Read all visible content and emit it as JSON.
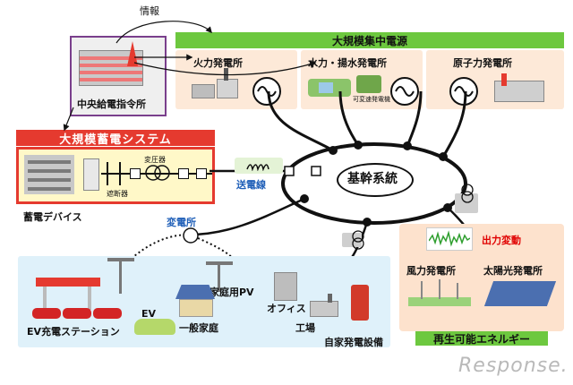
{
  "info_label": "情報",
  "central_source": "大規模集中電源",
  "control_center": "中央給電指令所",
  "thermal": "火力発電所",
  "hydro": "水力・揚水発電所",
  "hydro_sub": "可変速発電機",
  "nuclear": "原子力発電所",
  "storage_system": "大規模蓄電システム",
  "transformer": "変圧器",
  "breaker": "遮断器",
  "storage_device": "蓄電デバイス",
  "transmission_line": "送電線",
  "core_grid": "基幹系統",
  "substation": "変電所",
  "output_fluctuation": "出力変動",
  "wind": "風力発電所",
  "solar": "太陽光発電所",
  "renewable": "再生可能エネルギー",
  "home_pv": "家庭用PV",
  "ev": "EV",
  "office": "オフィス",
  "home": "一般家庭",
  "ev_station": "EV充電ステーション",
  "factory": "工場",
  "self_gen": "自家発電設備",
  "watermark": "Response."
}
